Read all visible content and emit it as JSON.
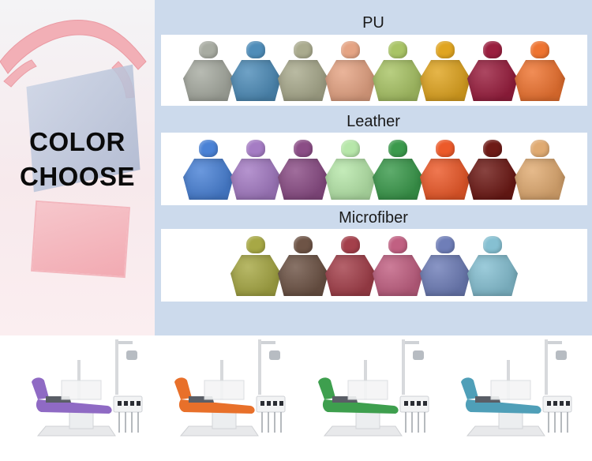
{
  "headline": {
    "line1": "COLOR",
    "line2": "CHOOSE"
  },
  "sections": [
    {
      "title": "PU",
      "colors": [
        "#a8aca2",
        "#4f8db9",
        "#aaab8e",
        "#e5a484",
        "#a9c466",
        "#e0a521",
        "#9a1f3f",
        "#ee7431"
      ]
    },
    {
      "title": "Leather",
      "colors": [
        "#4a82d6",
        "#a57cc4",
        "#8b4d86",
        "#b7e7aa",
        "#3b9a4c",
        "#ec5a2a",
        "#6e1a16",
        "#e0ab72"
      ]
    },
    {
      "title": "Microfiber",
      "colors": [
        "#a7a845",
        "#6e5446",
        "#a4404b",
        "#c16082",
        "#6f7eb8",
        "#86c0d2"
      ]
    }
  ],
  "chairs": [
    {
      "color": "#8f6ac4"
    },
    {
      "color": "#e8702a"
    },
    {
      "color": "#3e9f4e"
    },
    {
      "color": "#4f9fb8"
    }
  ]
}
